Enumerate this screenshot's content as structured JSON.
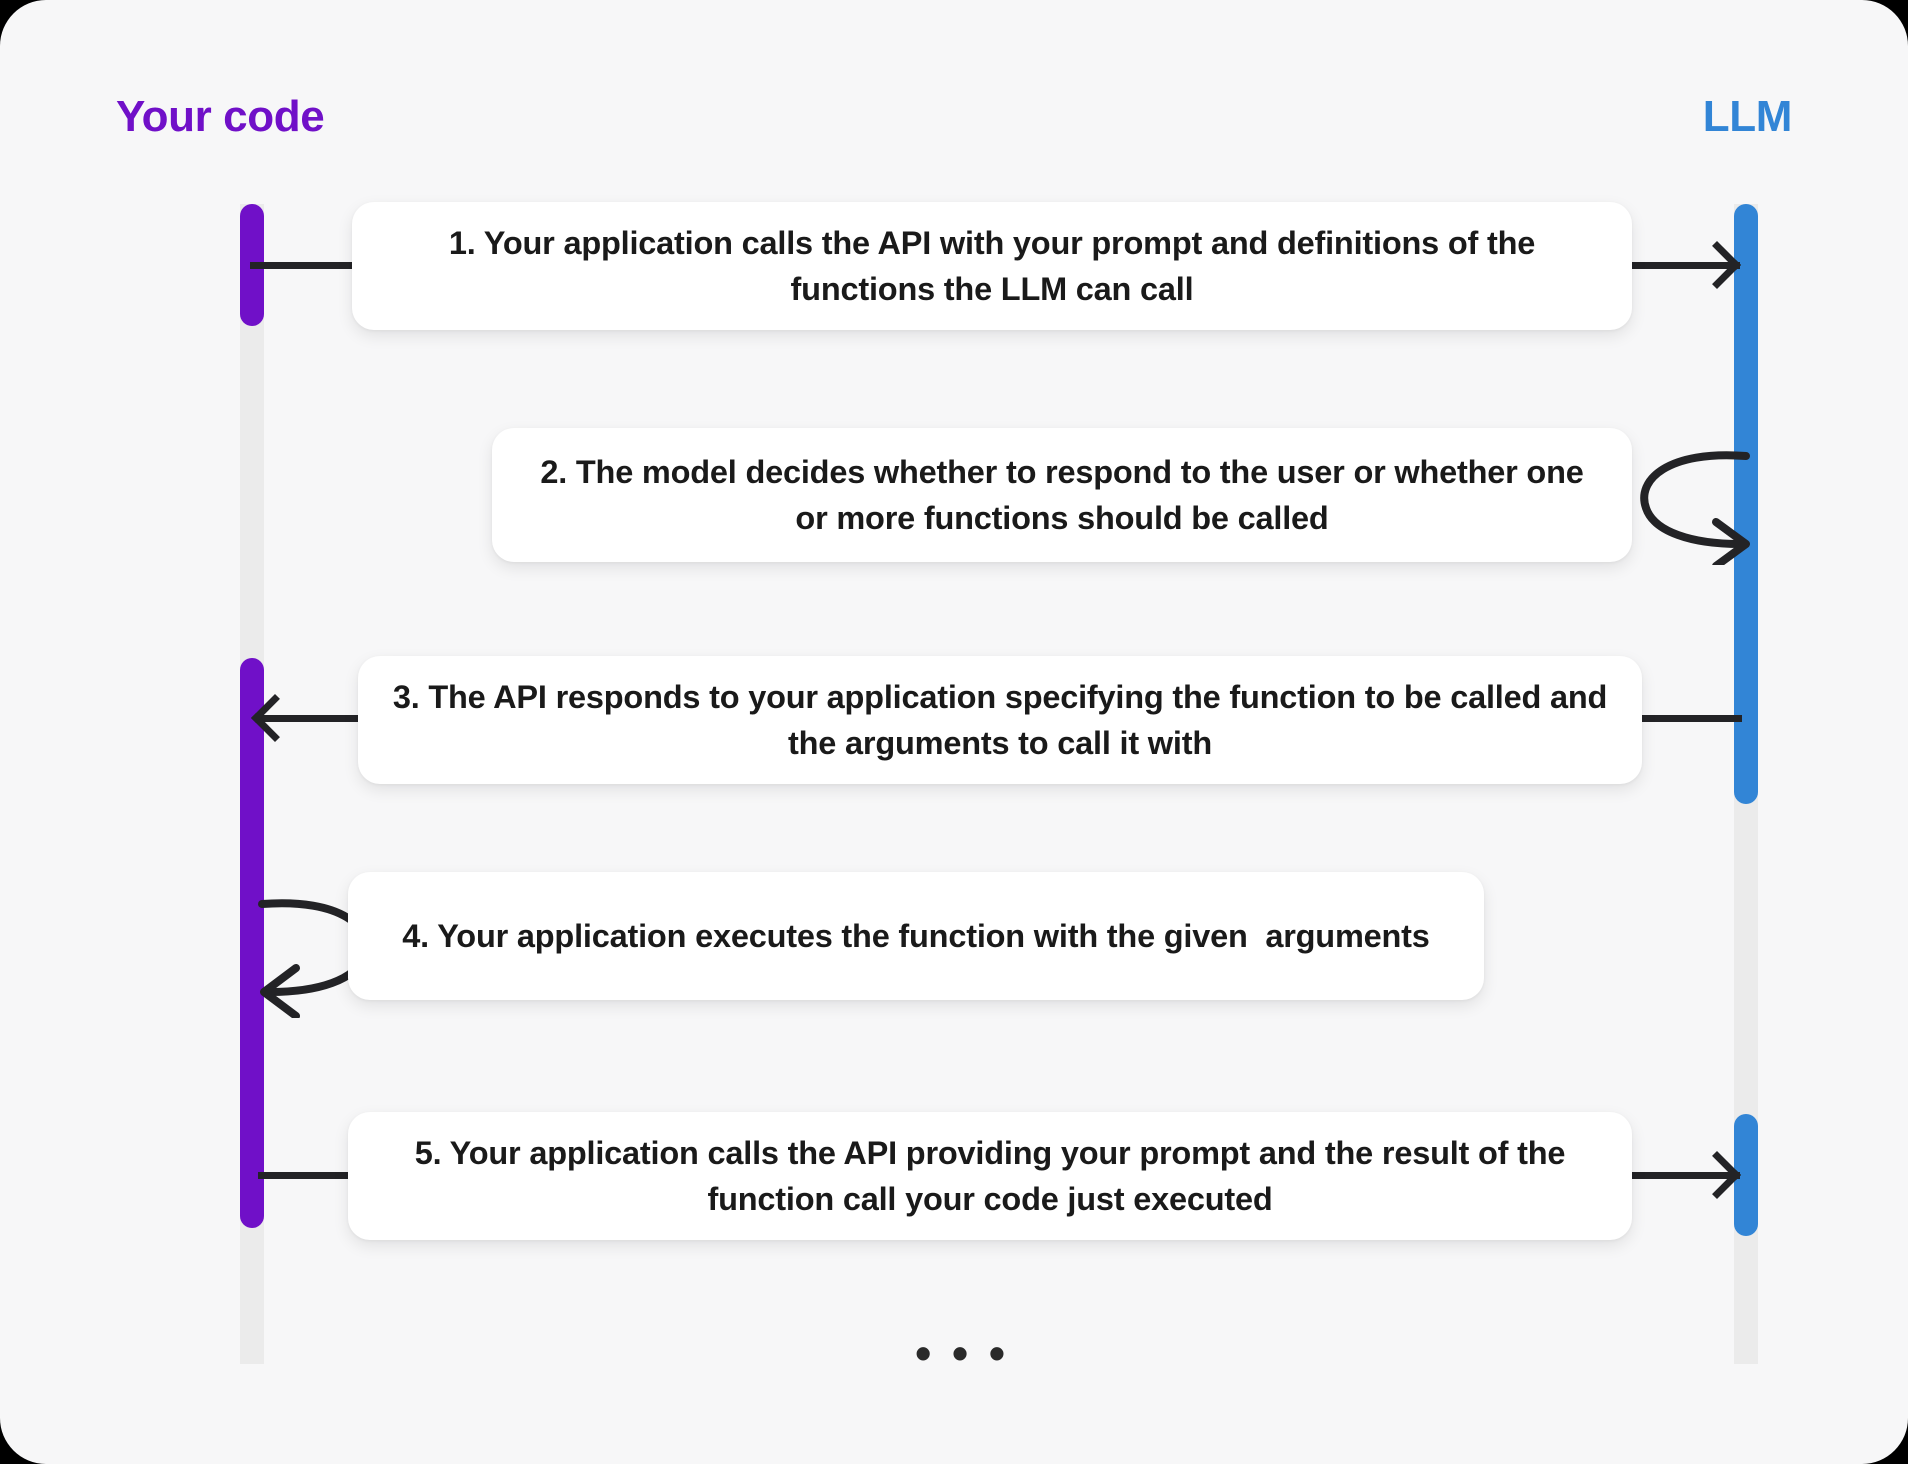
{
  "diagram": {
    "title_left": "Your code",
    "title_right": "LLM",
    "ellipsis": "• • •",
    "colors": {
      "left_actor": "#7010c8",
      "right_actor": "#3285d6",
      "background": "#f7f7f8",
      "box": "#ffffff",
      "line": "#232326",
      "lifeline_track": "#ebebeb"
    },
    "steps": [
      {
        "number": "1.",
        "text": "1. Your application calls the API with your prompt and definitions of the functions the LLM can call",
        "from": "Your code",
        "to": "LLM",
        "kind": "arrow-right"
      },
      {
        "number": "2.",
        "text": "2. The model decides whether to respond to the user or whether one or more functions should be called",
        "from": "LLM",
        "to": "LLM",
        "kind": "self-loop-right"
      },
      {
        "number": "3.",
        "text": "3. The API responds to your application specifying the function to be called and the arguments to call it with",
        "from": "LLM",
        "to": "Your code",
        "kind": "arrow-left"
      },
      {
        "number": "4.",
        "text": "4. Your application executes the function with the given  arguments",
        "from": "Your code",
        "to": "Your code",
        "kind": "self-loop-left"
      },
      {
        "number": "5.",
        "text": "5. Your application calls the API providing your prompt and the result of the function call your code just executed",
        "from": "Your code",
        "to": "LLM",
        "kind": "arrow-right"
      }
    ]
  }
}
